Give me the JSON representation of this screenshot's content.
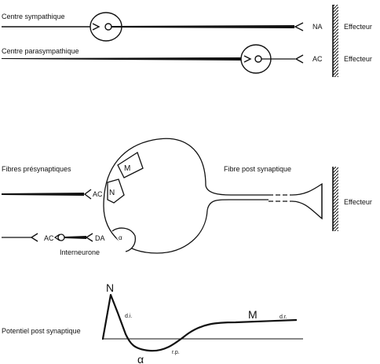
{
  "top": {
    "sympathetic": {
      "label": "Centre sympathique",
      "transmitter": "NA",
      "effector": "Effecteur"
    },
    "parasympathetic": {
      "label": "Centre parasympathique",
      "transmitter": "AC",
      "effector": "Effecteur"
    }
  },
  "middle": {
    "presynaptic_label": "Fibres présynaptiques",
    "fiber1_transmitter": "AC",
    "interneuron_in": "AC",
    "interneuron_out": "DA",
    "interneuron_label": "Interneurone",
    "site_M": "M",
    "site_N": "N",
    "site_alpha": "α",
    "postsynaptic_label": "Fibre  post synaptique",
    "effector": "Effecteur"
  },
  "bottom": {
    "label": "Potentiel post synaptique",
    "peak_N": "N",
    "di": "d.i.",
    "alpha": "α",
    "rp": "r.p.",
    "peak_M": "M",
    "dr": "d.r."
  },
  "colors": {
    "ink": "#111111",
    "paper": "#ffffff"
  }
}
